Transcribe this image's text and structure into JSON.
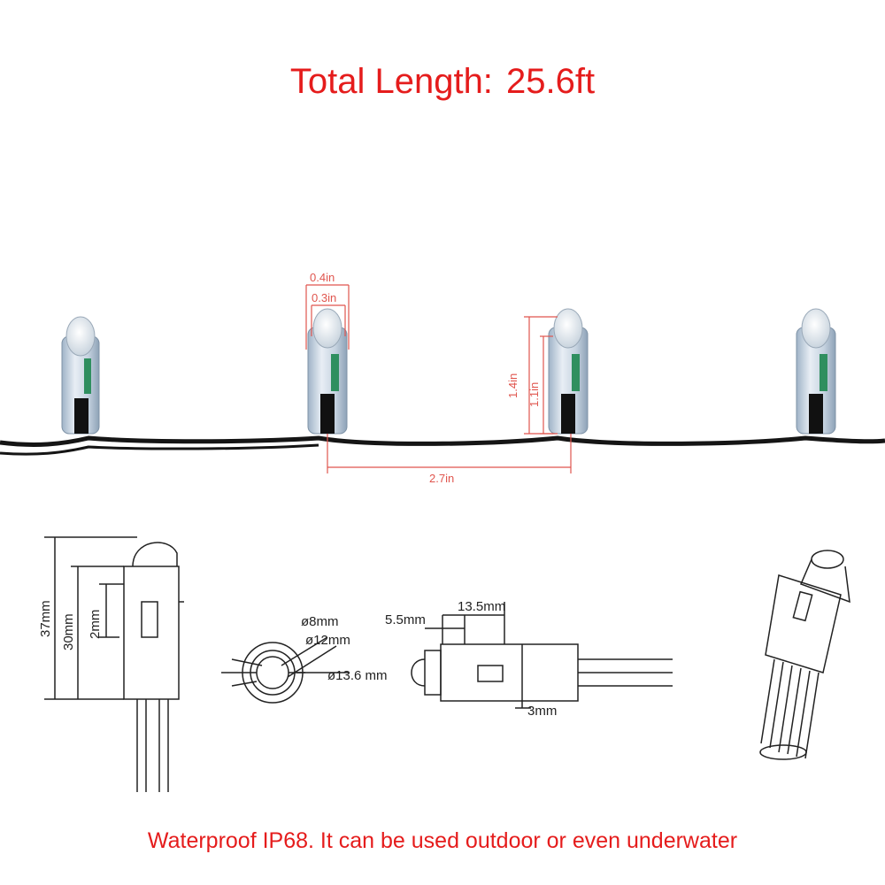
{
  "title": {
    "label": "Total Length:",
    "value": "25.6ft"
  },
  "photo_dimensions": {
    "led_outer_diameter": "0.4in",
    "led_inner_diameter": "0.3in",
    "module_height": "1.4in",
    "body_height": "1.1in",
    "pitch": "2.7in"
  },
  "side_view": {
    "total_height": "37mm",
    "body_height": "30mm",
    "small_dim": "2mm"
  },
  "top_view": {
    "d_led": "ø8mm",
    "d_inner": "ø12mm",
    "d_outer": "ø13.6 mm"
  },
  "front_view": {
    "dim_a": "5.5mm",
    "dim_b": "13.5mm",
    "dim_c": "3mm"
  },
  "footer": "Waterproof IP68.  It can be used outdoor or even underwater",
  "colors": {
    "accent_red": "#e51c1c",
    "dimension_red": "#e0554e"
  }
}
